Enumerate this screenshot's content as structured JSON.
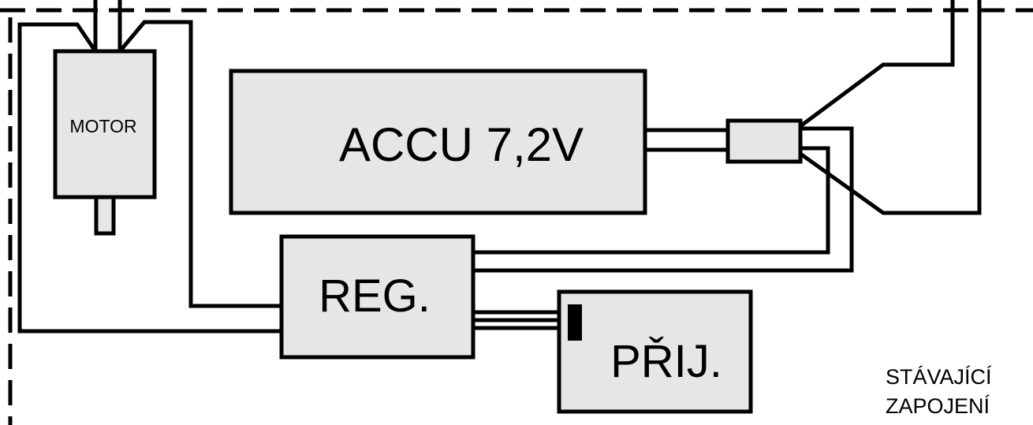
{
  "blocks": {
    "motor": "MOTOR",
    "battery": "ACCU 7,2V",
    "regulator": "REG.",
    "receiver": "PŘIJ."
  },
  "note": {
    "line1": "STÁVAJÍCÍ",
    "line2": "ZAPOJENÍ"
  }
}
